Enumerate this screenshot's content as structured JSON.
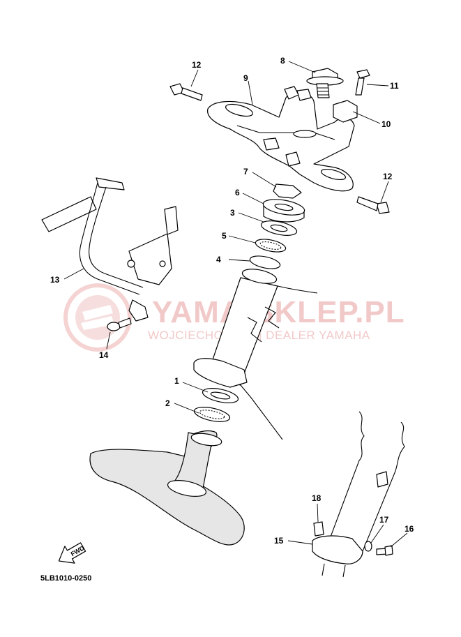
{
  "watermark": {
    "brand": "YAMA-SKLEP.PL",
    "subtitle": "WOJCIECHOWICZ | DEALER YAMAHA"
  },
  "diagram_code": "5LB1010-0250",
  "fwd_label": "FWD",
  "callouts": [
    "1",
    "2",
    "3",
    "4",
    "5",
    "6",
    "7",
    "8",
    "9",
    "10",
    "11",
    "12",
    "12",
    "13",
    "14",
    "15",
    "16",
    "17",
    "18"
  ],
  "colors": {
    "watermark": "#f2c9c9",
    "line": "#000000"
  }
}
